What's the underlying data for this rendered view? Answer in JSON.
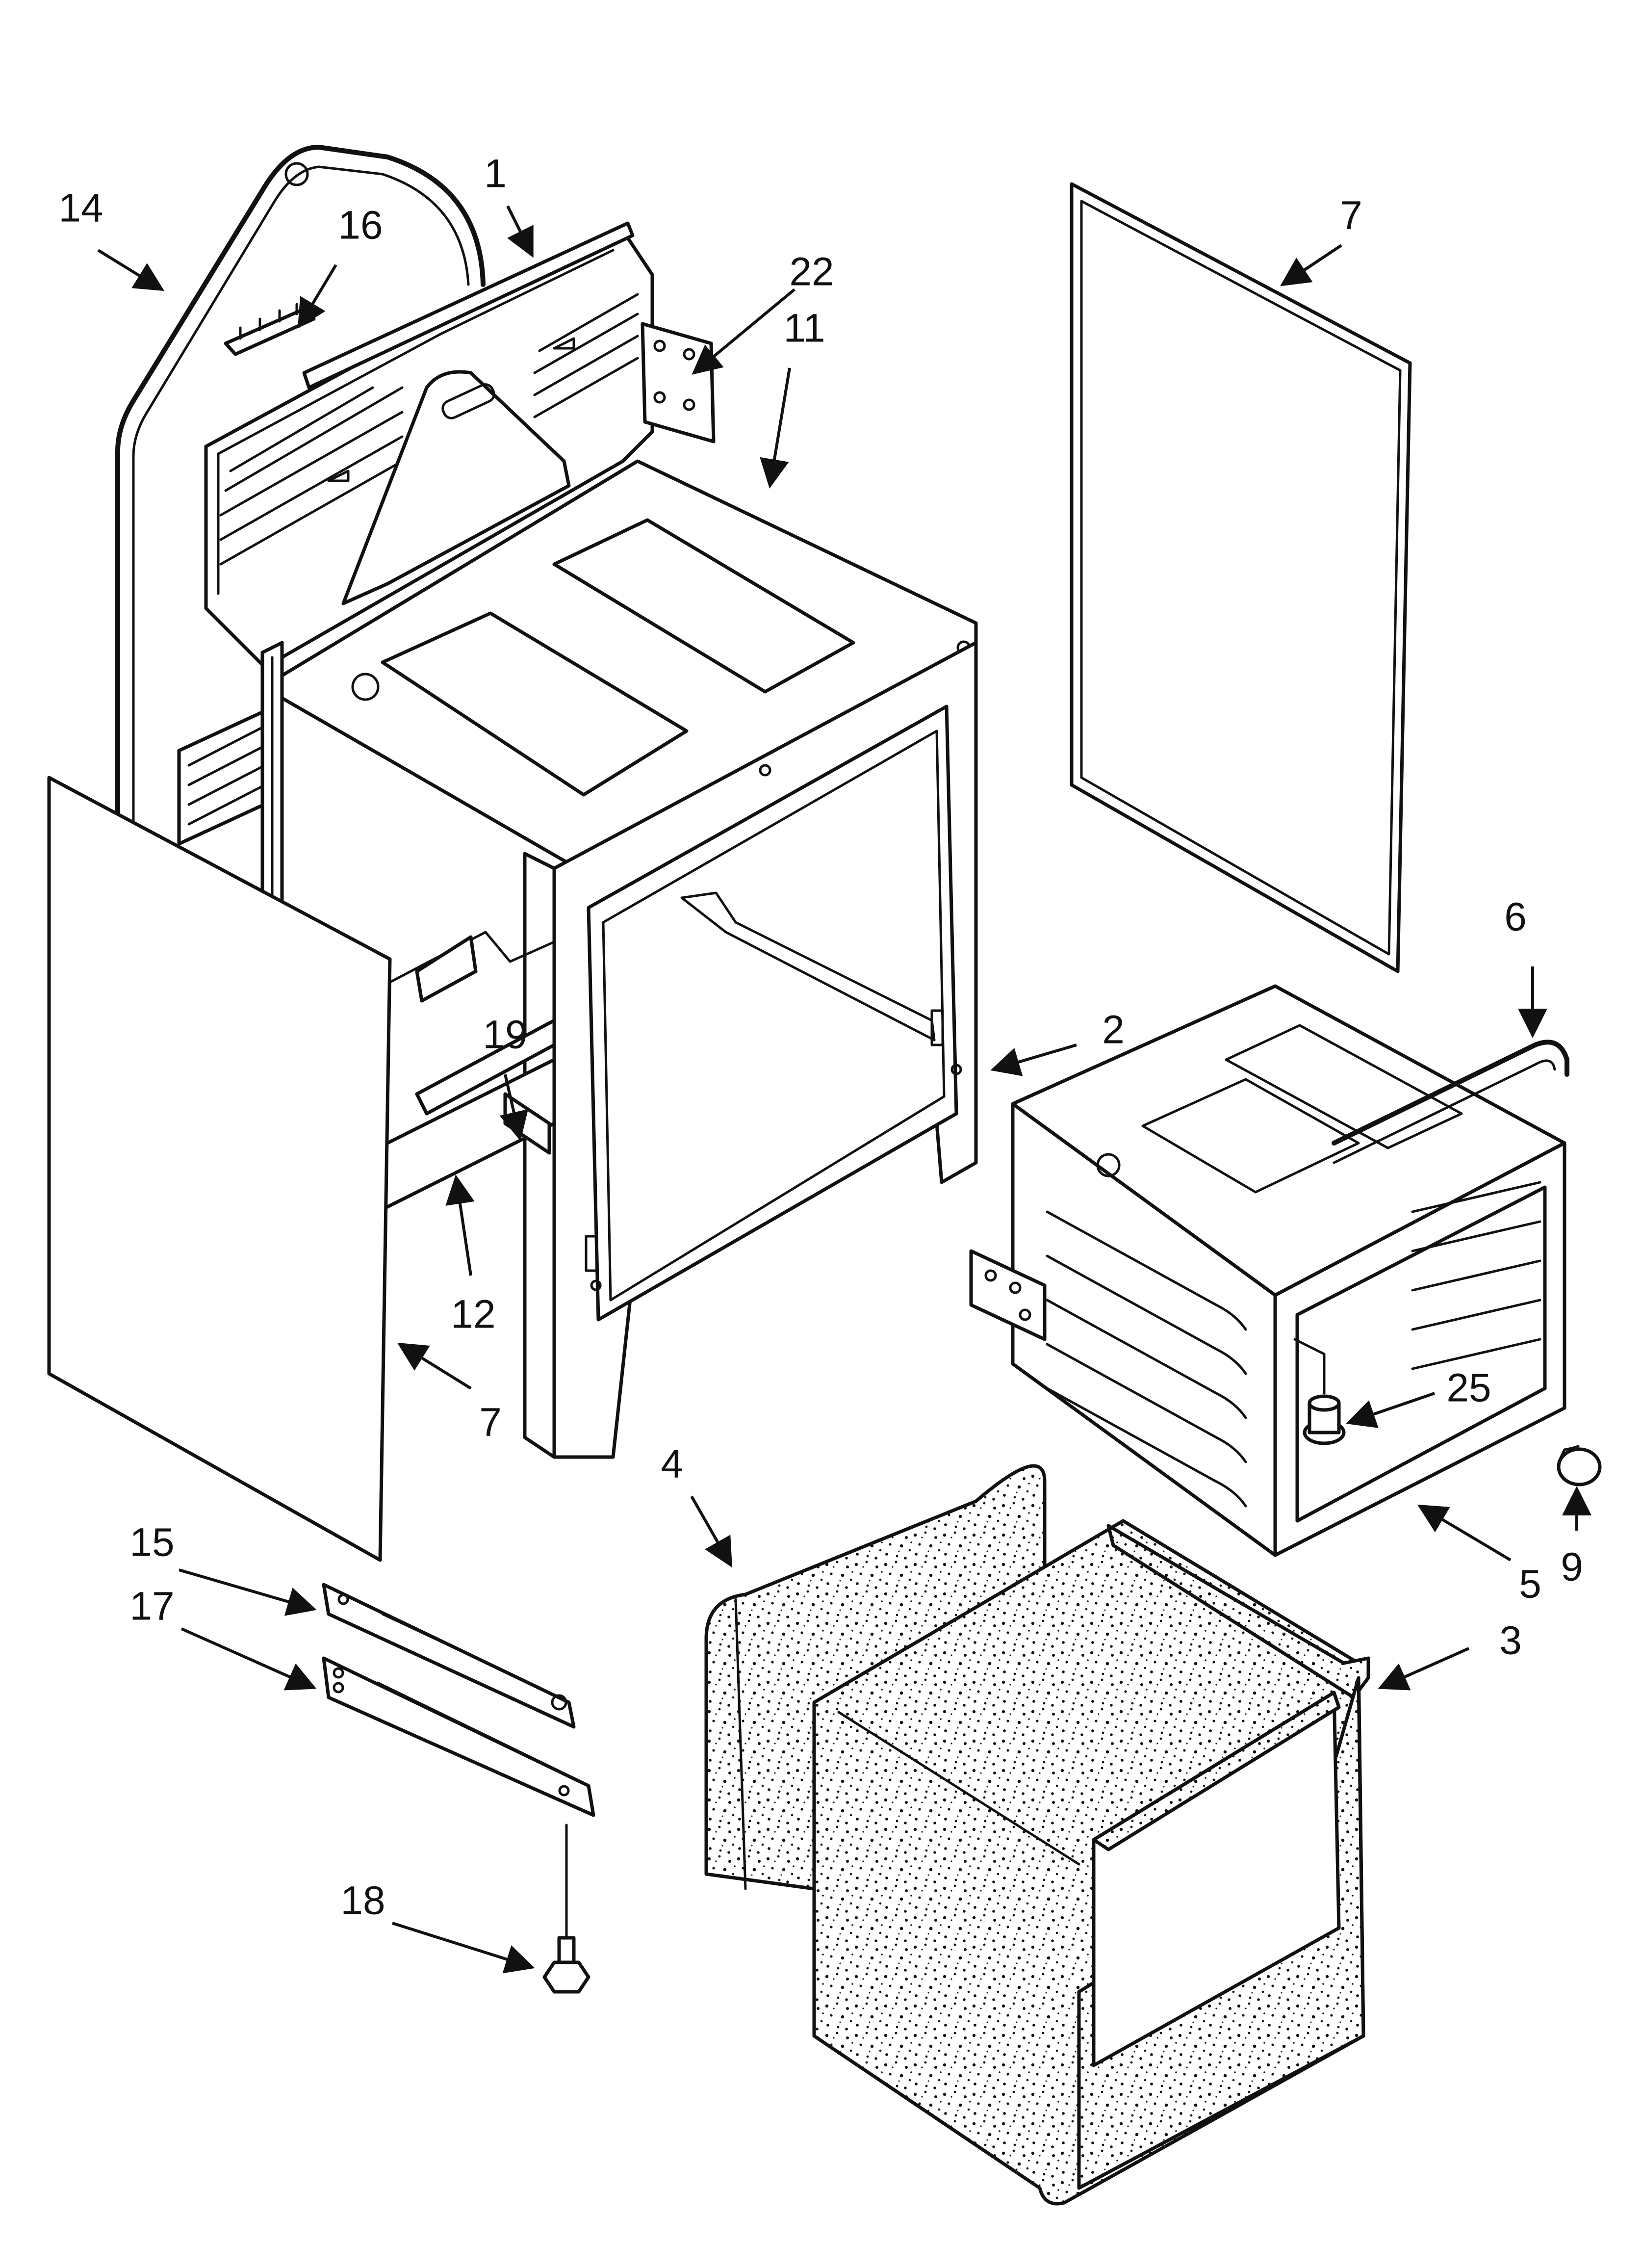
{
  "diagram": {
    "callouts": {
      "c1": "1",
      "c2": "2",
      "c3": "3",
      "c4": "4",
      "c5": "5",
      "c6": "6",
      "c7_top": "7",
      "c7_bottom": "7",
      "c9": "9",
      "c11": "11",
      "c12": "12",
      "c14": "14",
      "c15": "15",
      "c16": "16",
      "c17": "17",
      "c18": "18",
      "c19": "19",
      "c22": "22",
      "c25": "25"
    },
    "colors": {
      "line": "#111111",
      "background": "#ffffff",
      "insulation_dots": "#111111"
    }
  }
}
